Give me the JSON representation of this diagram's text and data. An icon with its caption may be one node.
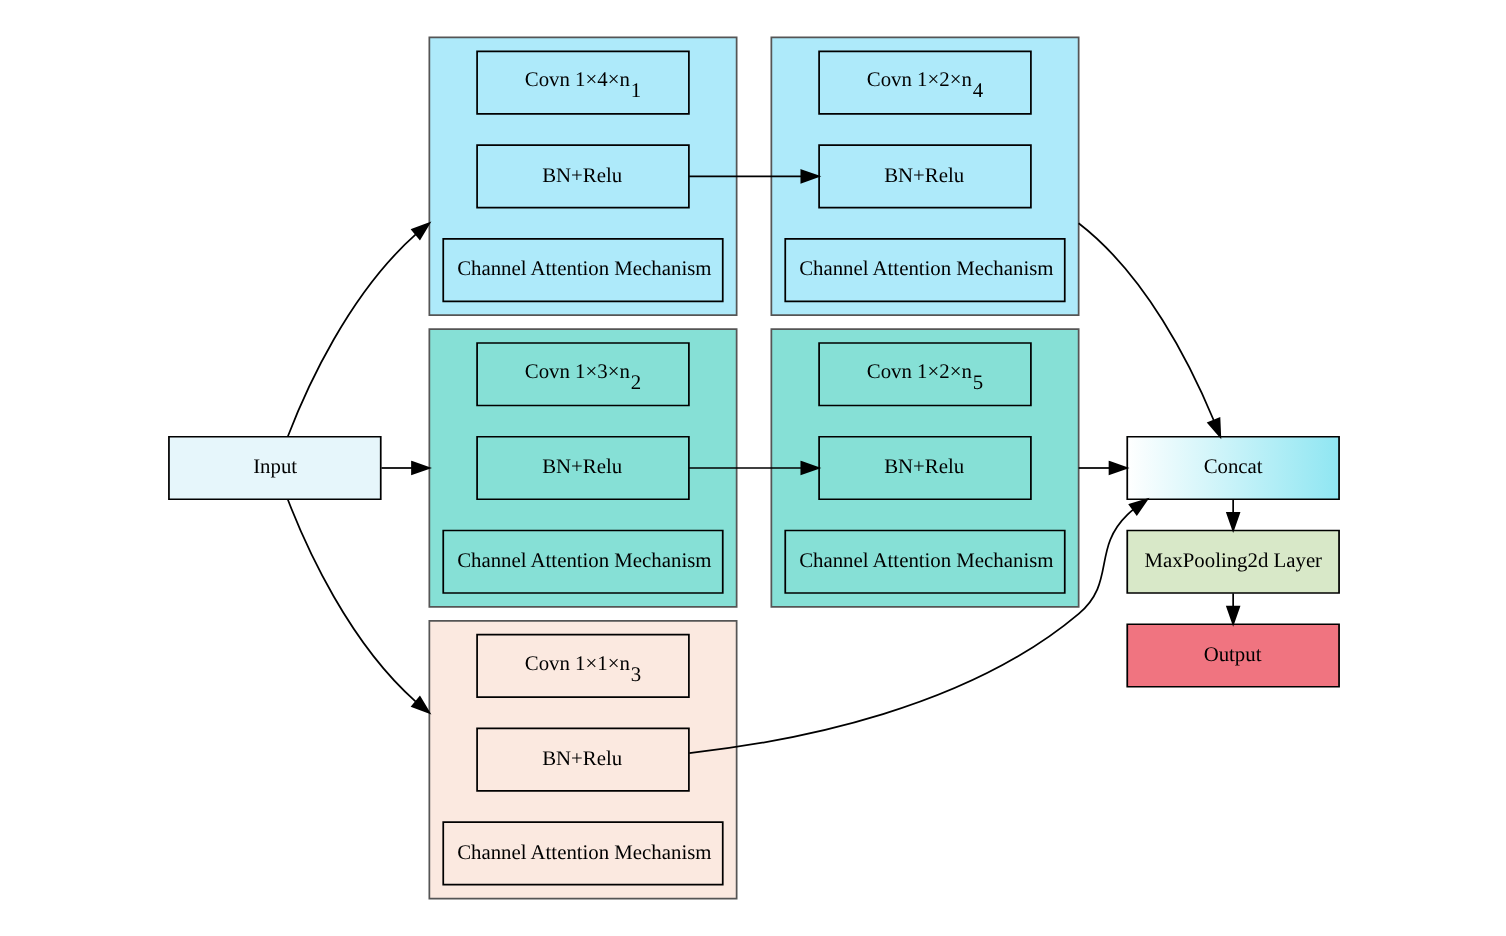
{
  "diagram": {
    "nodes": [
      {
        "text": [
          "Input"
        ]
      },
      {
        "text": [],
        "shape": "box"
      },
      {
        "text": [
          "Covn 1×4×n$_{1}$"
        ],
        "in": 1
      },
      {
        "text": [
          "BN+Relu"
        ],
        "in": 1
      },
      {
        "text": [
          "Channel Attention Mechanism"
        ],
        "in": 1
      },
      {
        "text": [],
        "shape": "box"
      },
      {
        "text": [
          "Covn 1×2×n$_{4}$"
        ],
        "in": 5
      },
      {
        "text": [
          "BN+Relu"
        ],
        "in": 5
      },
      {
        "text": [
          "Channel Attention Mechanism"
        ],
        "in": 5
      },
      {
        "text": [],
        "shape": "box"
      },
      {
        "text": [
          "Covn 1×3×n$_{2}$"
        ],
        "in": 9
      },
      {
        "text": [
          "BN+Relu"
        ],
        "in": 9
      },
      {
        "text": [
          "Channel Attention Mechanism"
        ],
        "in": 9
      },
      {
        "text": [],
        "shape": "box"
      },
      {
        "text": [
          "Covn 1×2×n$_{5}$"
        ],
        "in": 13
      },
      {
        "text": [
          "BN+Relu"
        ],
        "in": 13
      },
      {
        "text": [
          "Channel Attention Mechanism"
        ],
        "in": 13
      },
      {
        "text": [],
        "shape": "box"
      },
      {
        "text": [
          "Covn 1×1×n$_{3}$"
        ],
        "in": 17
      },
      {
        "text": [
          "BN+Relu"
        ],
        "in": 17
      },
      {
        "text": [
          "Channel Attention Mechanism"
        ],
        "in": 17
      },
      {
        "text": [
          "Concat"
        ]
      },
      {
        "text": [
          "MaxPooling2d Layer"
        ]
      },
      {
        "text": [
          "Output"
        ]
      }
    ],
    "edges": [
      {
        "from": 0,
        "to": 1,
        "arrow": "to"
      },
      {
        "from": 0,
        "to": 9,
        "arrow": "to"
      },
      {
        "from": 0,
        "to": 17,
        "arrow": "to"
      },
      {
        "from": 3,
        "to": 7,
        "arrow": "to"
      },
      {
        "from": 11,
        "to": 15,
        "arrow": "to"
      },
      {
        "from": 5,
        "to": 21,
        "arrow": "to"
      },
      {
        "from": 13,
        "to": 21,
        "arrow": "to"
      },
      {
        "from": 19,
        "to": 21,
        "arrow": "to"
      },
      {
        "from": 21,
        "to": 22,
        "arrow": "to"
      },
      {
        "from": 22,
        "to": 23,
        "arrow": "to"
      }
    ]
  }
}
